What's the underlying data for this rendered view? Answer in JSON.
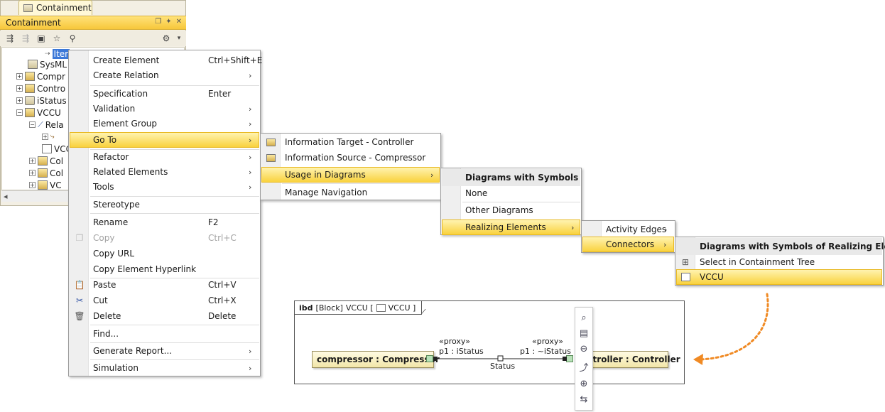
{
  "containment": {
    "tab_title": "Containment",
    "header_title": "Containment",
    "tree": [
      {
        "label": "Iter",
        "selected": true
      },
      {
        "label": "SysML"
      },
      {
        "label": "Compr"
      },
      {
        "label": "Contro"
      },
      {
        "label": "iStatus"
      },
      {
        "label": "VCCU"
      },
      {
        "label": "Rela"
      },
      {
        "label": ""
      },
      {
        "label": "VCC"
      },
      {
        "label": "Col"
      },
      {
        "label": "Col"
      },
      {
        "label": "VC"
      }
    ]
  },
  "context_menu": [
    {
      "label": "Create Element",
      "shortcut": "Ctrl+Shift+E"
    },
    {
      "label": "Create Relation",
      "submenu": true
    },
    {
      "label": "Specification",
      "shortcut": "Enter"
    },
    {
      "label": "Validation",
      "submenu": true
    },
    {
      "label": "Element Group",
      "submenu": true
    },
    {
      "label": "Go To",
      "submenu": true,
      "highlighted": true
    },
    {
      "label": "Refactor",
      "submenu": true
    },
    {
      "label": "Related Elements",
      "submenu": true
    },
    {
      "label": "Tools",
      "submenu": true
    },
    {
      "label": "Stereotype"
    },
    {
      "label": "Rename",
      "shortcut": "F2"
    },
    {
      "label": "Copy",
      "shortcut": "Ctrl+C",
      "disabled": true
    },
    {
      "label": "Copy URL"
    },
    {
      "label": "Copy Element Hyperlink"
    },
    {
      "label": "Paste",
      "shortcut": "Ctrl+V"
    },
    {
      "label": "Cut",
      "shortcut": "Ctrl+X"
    },
    {
      "label": "Delete",
      "shortcut": "Delete"
    },
    {
      "label": "Find..."
    },
    {
      "label": "Generate Report...",
      "submenu": true
    },
    {
      "label": "Simulation",
      "submenu": true
    }
  ],
  "goto_menu": [
    {
      "label": "Information Target - Controller"
    },
    {
      "label": "Information Source - Compressor"
    },
    {
      "label": "Usage in Diagrams",
      "highlighted": true,
      "submenu": true
    },
    {
      "label": "Manage Navigation"
    }
  ],
  "usage_menu": {
    "header": "Diagrams with Symbols",
    "items": [
      {
        "label": "None"
      },
      {
        "label": "Other Diagrams"
      },
      {
        "label": "Realizing Elements",
        "highlighted": true,
        "submenu": true
      }
    ]
  },
  "realizing_menu": [
    {
      "label": "Activity Edges",
      "submenu": true
    },
    {
      "label": "Connectors",
      "highlighted": true,
      "submenu": true
    }
  ],
  "connectors_menu": {
    "header": "Diagrams with Symbols of Realizing Elements",
    "items": [
      {
        "label": "Select in Containment Tree"
      },
      {
        "label": "VCCU",
        "highlighted": true
      }
    ]
  },
  "diagram": {
    "kind": "ibd",
    "block_tag": "[Block]",
    "name": "VCCU [",
    "name_tail": "VCCU ]",
    "left_part": "compressor : Compressor",
    "right_part": "ntroller : Controller",
    "left_stereo": "«proxy»",
    "left_port": "p1 : iStatus",
    "right_stereo": "«proxy»",
    "right_port": "p1 : ~iStatus",
    "connector": "Status"
  },
  "colors": {
    "highlight": "#f9d23e",
    "arrow": "#f08a24",
    "selection": "#3b78d8"
  }
}
